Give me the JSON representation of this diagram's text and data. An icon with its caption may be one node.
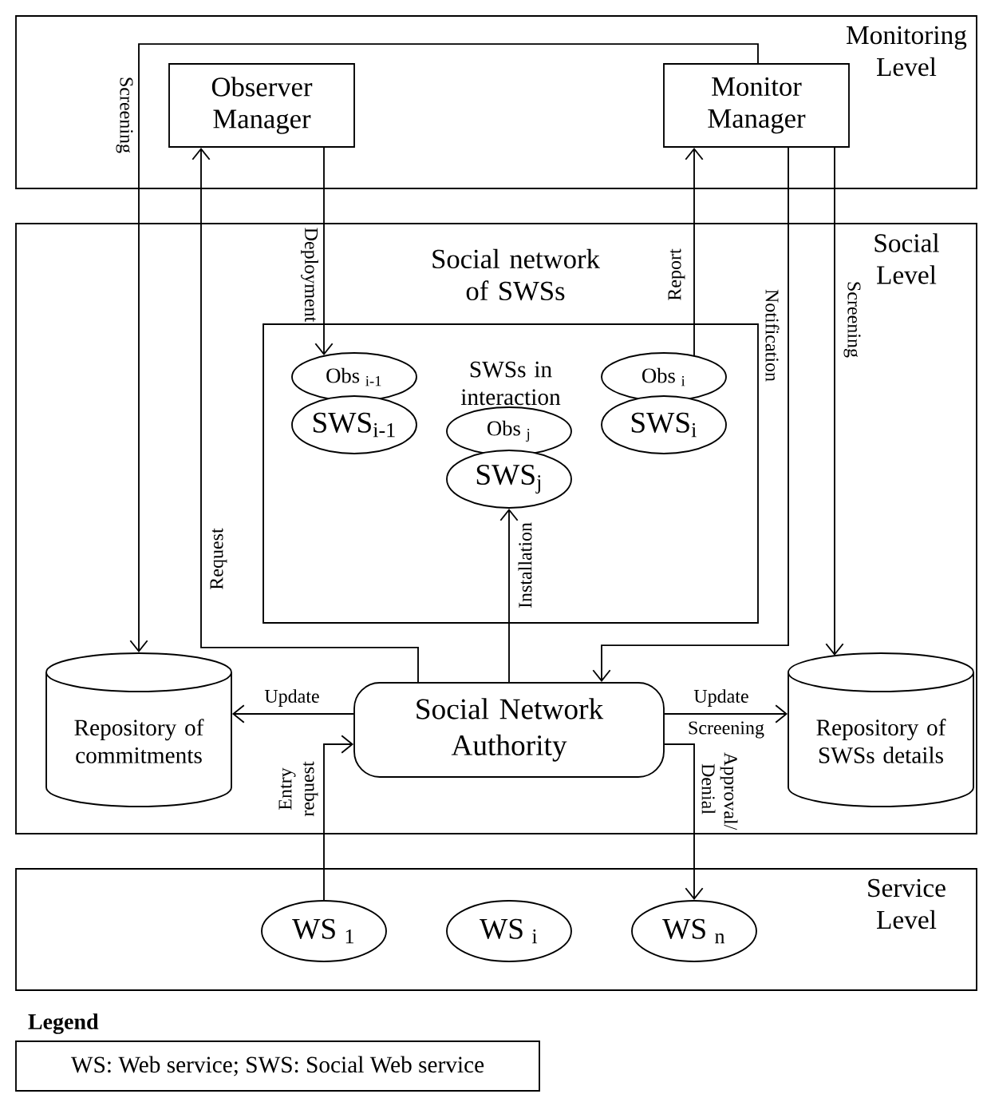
{
  "diagram": {
    "nodes": [
      {
        "text": [
          "Monitoring Level"
        ]
      },
      {
        "text": [
          "Observer Manager"
        ],
        "in": 0
      },
      {
        "text": [
          "Monitor Manager"
        ],
        "in": 0
      },
      {
        "text": [
          "Social Level"
        ]
      },
      {
        "text": [
          "Social network of SWSs",
          "SWSs in interaction"
        ],
        "in": 3
      },
      {
        "text": [
          "Obs $_{i-1}$"
        ],
        "in": 4
      },
      {
        "text": [
          "SWS$_{i-1}$"
        ],
        "in": 4
      },
      {
        "text": [
          "Obs $_{j}$"
        ],
        "in": 4
      },
      {
        "text": [
          "SWS$_{j}$"
        ],
        "in": 4
      },
      {
        "text": [
          "Obs $_{i}$"
        ],
        "in": 4
      },
      {
        "text": [
          "SWS$_{i}$"
        ],
        "in": 4
      },
      {
        "text": [
          "Repository of commitments"
        ],
        "in": 3
      },
      {
        "text": [
          "Social Network Authority"
        ],
        "in": 3
      },
      {
        "text": [
          "Repository of SWSs details"
        ],
        "in": 3
      },
      {
        "text": [
          "Service Level"
        ]
      },
      {
        "text": [
          "WS $_{1}$"
        ],
        "in": 14
      },
      {
        "text": [
          "WS $_{i}$"
        ],
        "in": 14
      },
      {
        "text": [
          "WS $_{n}$"
        ],
        "in": 14
      }
    ],
    "edges": [
      {
        "from": 1,
        "to": 5,
        "arrow": "to",
        "label": "Deployment"
      },
      {
        "from": 12,
        "to": 1,
        "arrow": "to",
        "label": "Request"
      },
      {
        "from": 2,
        "to": 11,
        "arrow": "to",
        "label": "Screening"
      },
      {
        "from": 9,
        "to": 2,
        "arrow": "to",
        "label": "Report"
      },
      {
        "from": 2,
        "to": 12,
        "arrow": "to",
        "label": "Notification"
      },
      {
        "from": 2,
        "to": 13,
        "arrow": "to",
        "label": "Screening"
      },
      {
        "from": 12,
        "to": 8,
        "arrow": "to",
        "label": "Installation"
      },
      {
        "from": 12,
        "to": 11,
        "arrow": "to",
        "label": "Update"
      },
      {
        "from": 12,
        "to": 13,
        "arrow": "to",
        "label": "Update"
      },
      {
        "from": 15,
        "to": 12,
        "arrow": "to",
        "label": "Entry request"
      },
      {
        "from": 12,
        "to": 17,
        "arrow": "to",
        "label": "Approval/ Denial"
      }
    ],
    "labels": [
      "Screening",
      "Legend",
      "WS: Web service; SWS: Social Web service"
    ]
  }
}
